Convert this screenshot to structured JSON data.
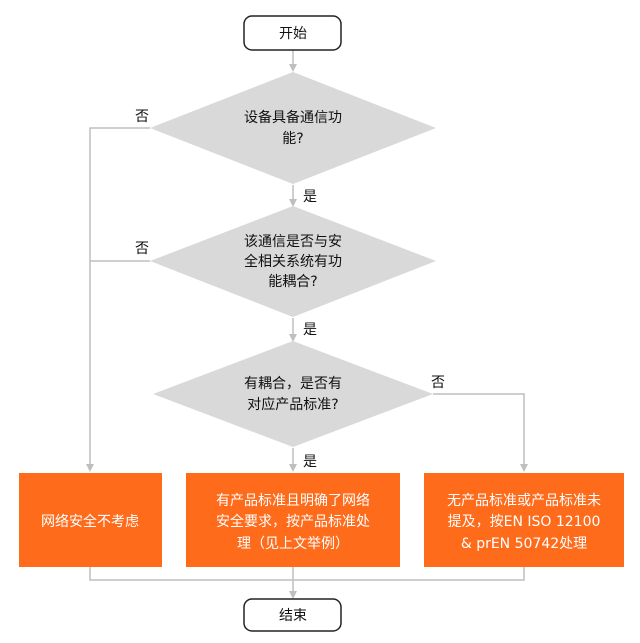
{
  "start": "开始",
  "end": "结束",
  "decision1": [
    "设备具备通信功",
    "能?"
  ],
  "decision2": [
    "该通信是否与安",
    "全相关系统有功",
    "能耦合?"
  ],
  "decision3": [
    "有耦合，是否有",
    "对应产品标准?"
  ],
  "box_left": [
    "网络安全不考虑"
  ],
  "box_middle": [
    "有产品标准且明确了网络",
    "安全要求，按产品标准处",
    "理（见上文举例）"
  ],
  "box_right": [
    "无产品标准或产品标准未",
    "提及，按EN ISO 12100",
    "& prEN 50742处理"
  ],
  "labels": {
    "yes": "是",
    "no": "否"
  },
  "colors": {
    "decision_fill": "#d9d9d9",
    "box_fill": "#fe6b1b",
    "line": "#bfbfbf",
    "terminal_border": "#222222"
  }
}
